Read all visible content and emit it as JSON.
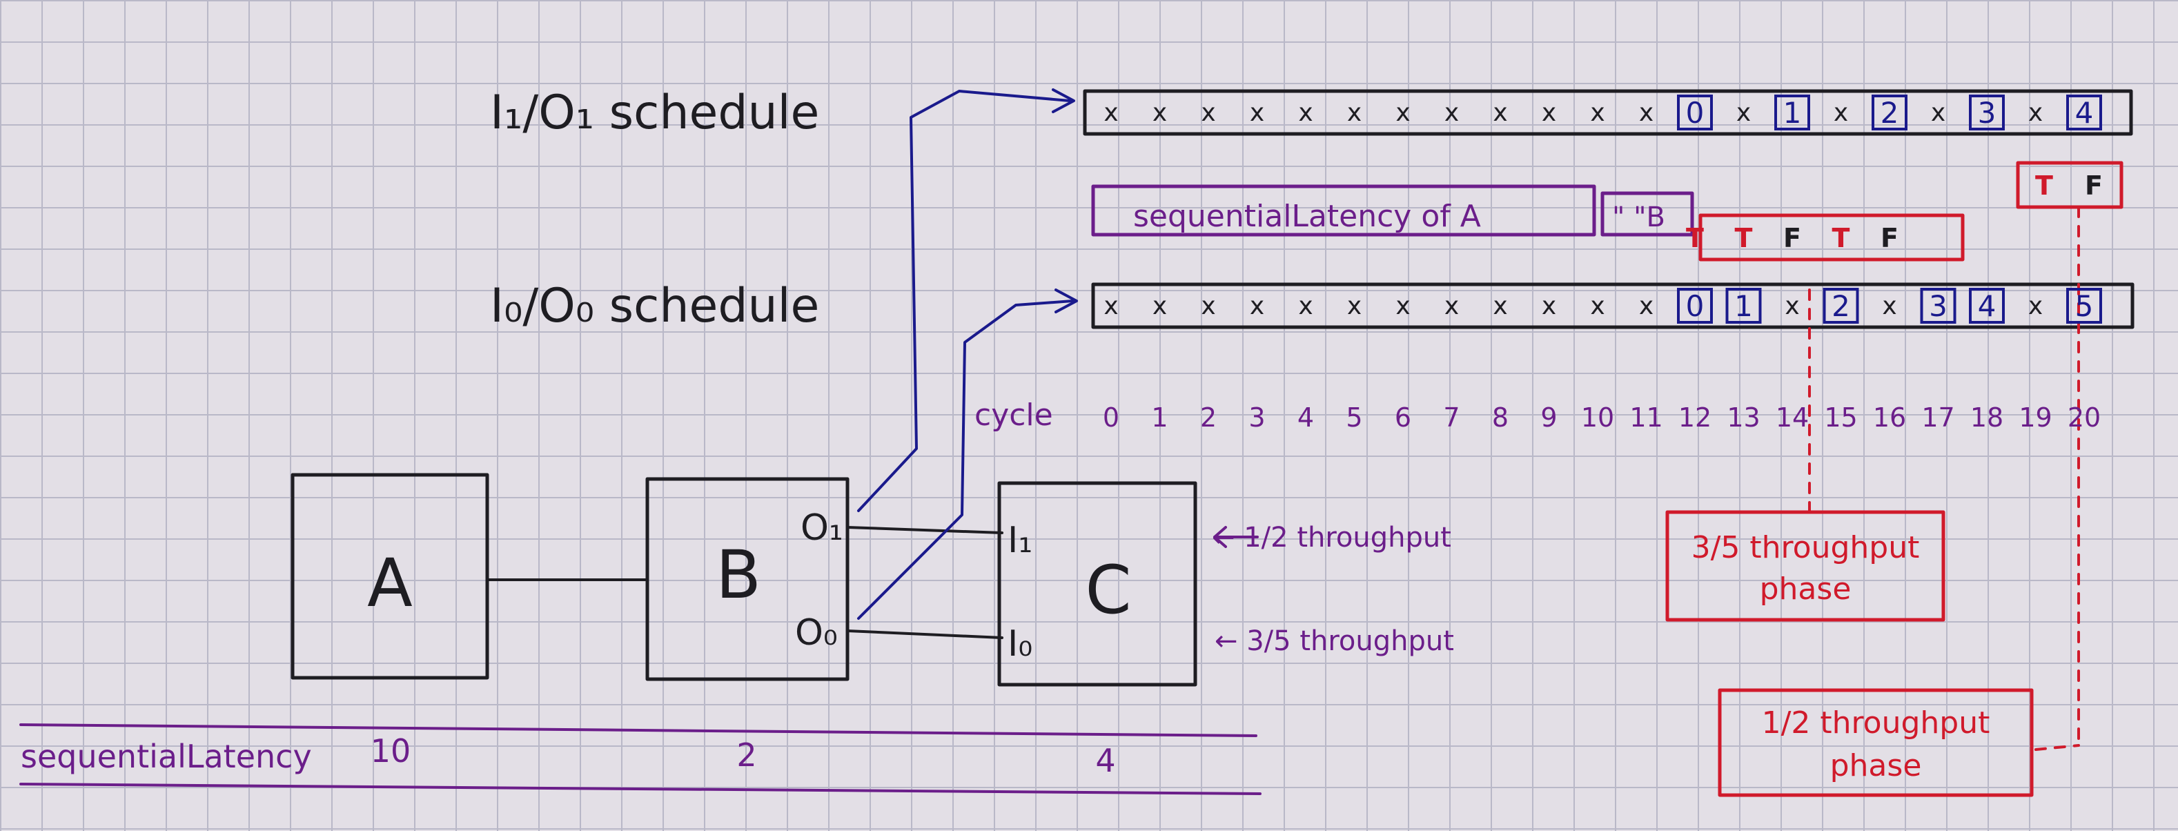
{
  "colors": {
    "ink": "#1e1d22",
    "purple": "#6b1e8a",
    "red": "#d01a2b",
    "blue": "#1a1a8c",
    "paper": "#e3dfe6",
    "grid": "#b9b8c8"
  },
  "labels": {
    "schedule1": "I₁/O₁  schedule",
    "schedule0": "I₀/O₀  schedule",
    "cycle": "cycle",
    "seqLatA": "sequentialLatency of A",
    "seqLatB": "\" \"B",
    "seqLatLabel": "sequentialLatency",
    "phase35_l1": "3/5 throughput",
    "phase35_l2": "phase",
    "phase12_l1": "1/2 throughput",
    "phase12_l2": "phase",
    "i1_thru": "← 1/2 throughput",
    "i0_thru": "← 3/5 throughput"
  },
  "boxes": {
    "A": "A",
    "B": "B",
    "C": "C",
    "B_O1": "O₁",
    "B_O0": "O₀",
    "C_I1": "I₁",
    "C_I0": "I₀"
  },
  "latency": {
    "A": "10",
    "B": "2",
    "C": "4"
  },
  "cycles": [
    "0",
    "1",
    "2",
    "3",
    "4",
    "5",
    "6",
    "7",
    "8",
    "9",
    "10",
    "11",
    "12",
    "13",
    "14",
    "15",
    "16",
    "17",
    "18",
    "19",
    "20"
  ],
  "row1": [
    {
      "t": "x",
      "boxed": false
    },
    {
      "t": "x",
      "boxed": false
    },
    {
      "t": "x",
      "boxed": false
    },
    {
      "t": "x",
      "boxed": false
    },
    {
      "t": "x",
      "boxed": false
    },
    {
      "t": "x",
      "boxed": false
    },
    {
      "t": "x",
      "boxed": false
    },
    {
      "t": "x",
      "boxed": false
    },
    {
      "t": "x",
      "boxed": false
    },
    {
      "t": "x",
      "boxed": false
    },
    {
      "t": "x",
      "boxed": false
    },
    {
      "t": "x",
      "boxed": false
    },
    {
      "t": "0",
      "boxed": true
    },
    {
      "t": "x",
      "boxed": false
    },
    {
      "t": "1",
      "boxed": true
    },
    {
      "t": "x",
      "boxed": false
    },
    {
      "t": "2",
      "boxed": true
    },
    {
      "t": "x",
      "boxed": false
    },
    {
      "t": "3",
      "boxed": true
    },
    {
      "t": "x",
      "boxed": false
    },
    {
      "t": "4",
      "boxed": true
    }
  ],
  "row0": [
    {
      "t": "x",
      "boxed": false
    },
    {
      "t": "x",
      "boxed": false
    },
    {
      "t": "x",
      "boxed": false
    },
    {
      "t": "x",
      "boxed": false
    },
    {
      "t": "x",
      "boxed": false
    },
    {
      "t": "x",
      "boxed": false
    },
    {
      "t": "x",
      "boxed": false
    },
    {
      "t": "x",
      "boxed": false
    },
    {
      "t": "x",
      "boxed": false
    },
    {
      "t": "x",
      "boxed": false
    },
    {
      "t": "x",
      "boxed": false
    },
    {
      "t": "x",
      "boxed": false
    },
    {
      "t": "0",
      "boxed": true
    },
    {
      "t": "1",
      "boxed": true
    },
    {
      "t": "x",
      "boxed": false
    },
    {
      "t": "2",
      "boxed": true
    },
    {
      "t": "x",
      "boxed": false
    },
    {
      "t": "3",
      "boxed": true
    },
    {
      "t": "4",
      "boxed": true
    },
    {
      "t": "x",
      "boxed": false
    },
    {
      "t": "5",
      "boxed": true
    }
  ],
  "tf_row": [
    "T",
    "T",
    "F",
    "T",
    "F"
  ],
  "tf_top": [
    "T",
    "F"
  ]
}
